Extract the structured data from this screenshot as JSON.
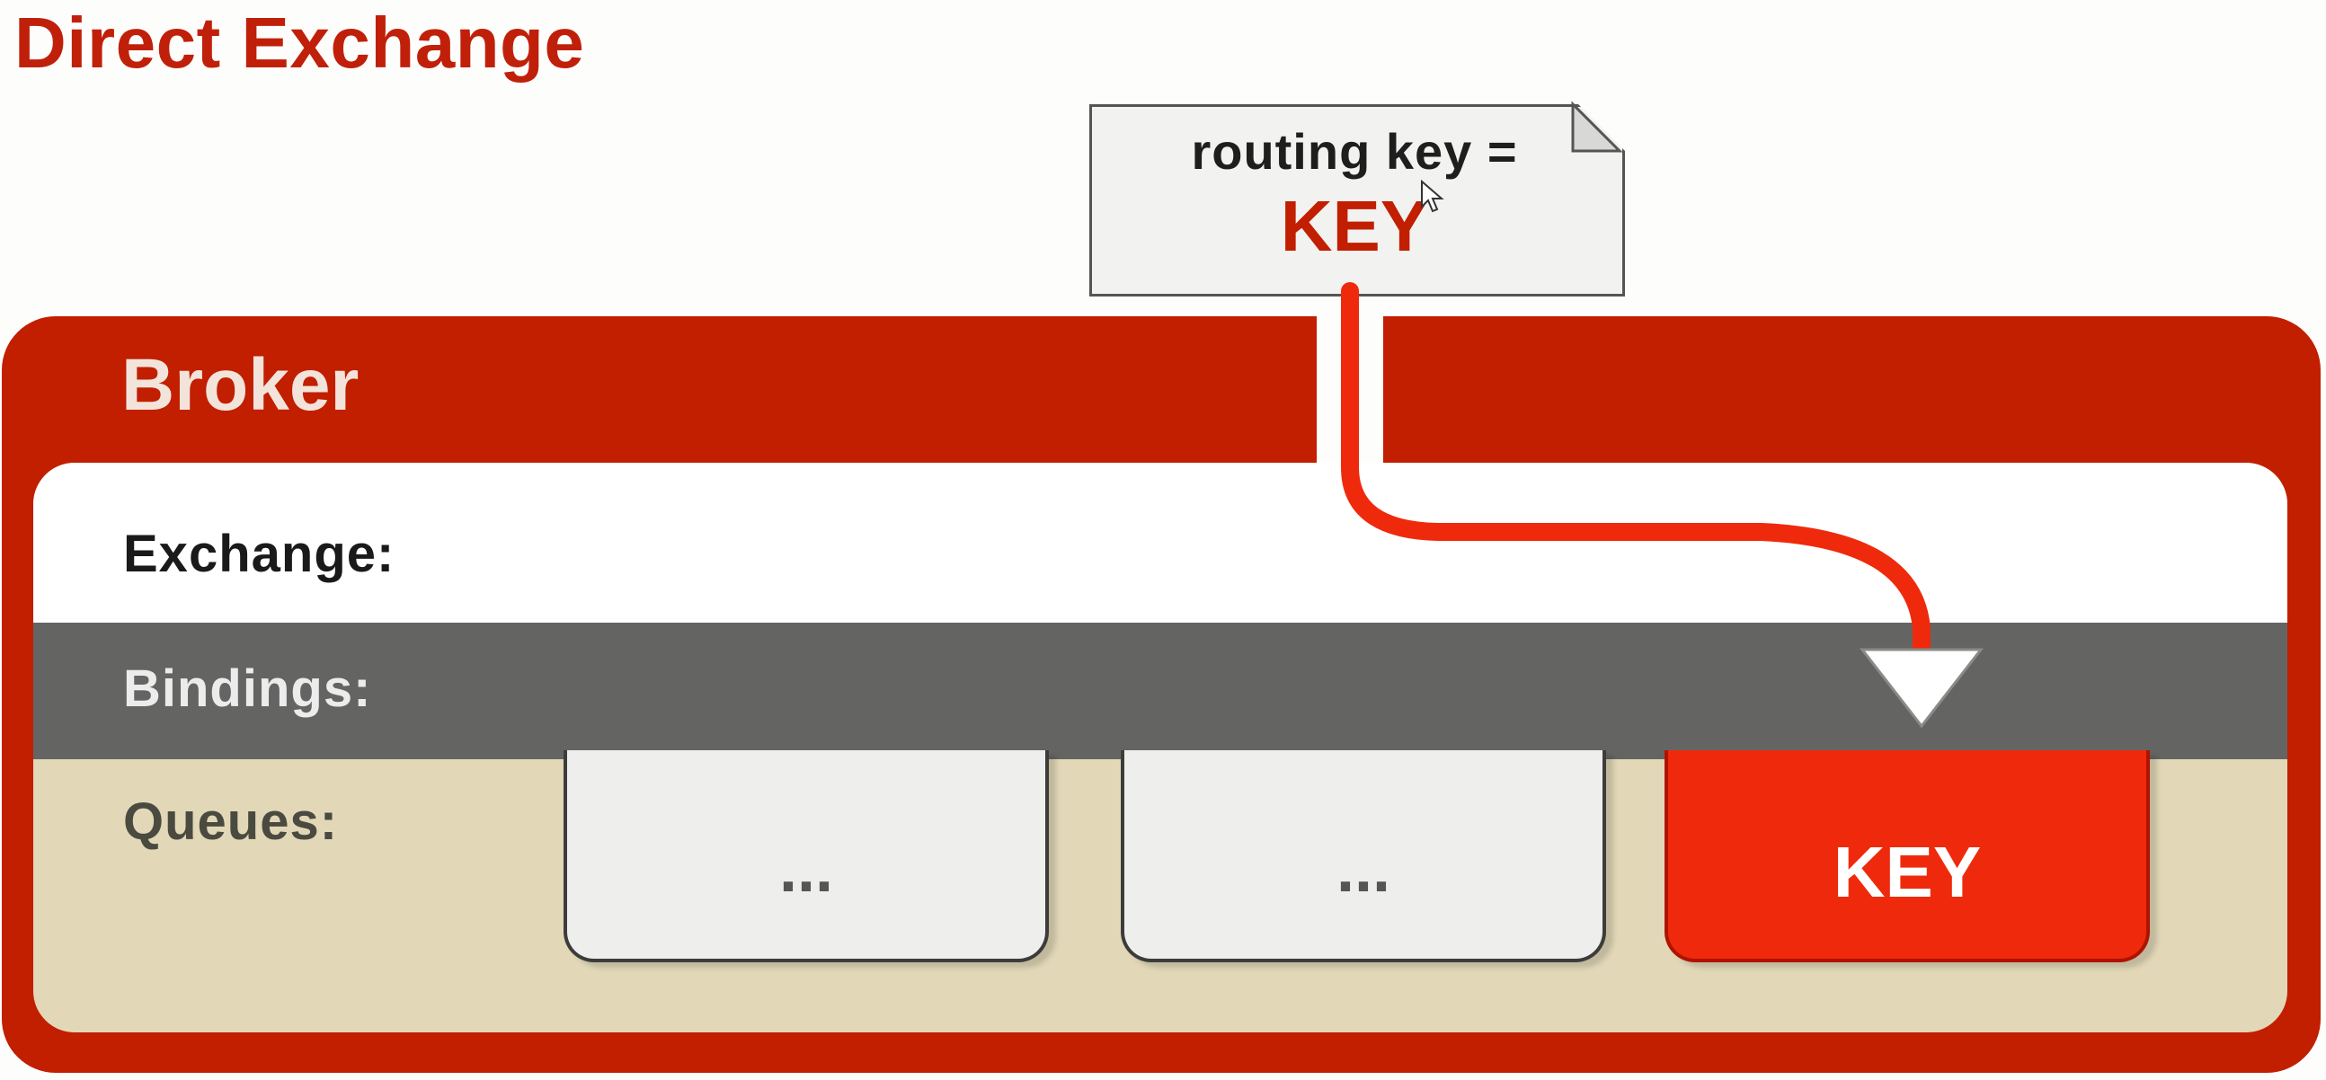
{
  "title": "Direct Exchange",
  "message": {
    "line1": "routing key =",
    "line2": "KEY"
  },
  "broker": {
    "label": "Broker",
    "rows": {
      "exchange": "Exchange:",
      "bindings": "Bindings:",
      "queues": "Queues:"
    },
    "queues": [
      "...",
      "...",
      "KEY"
    ]
  },
  "colors": {
    "brand_red": "#c21e00",
    "route_red": "#ef2a0c",
    "bindings_gray": "#646563",
    "queues_tan": "#e2d8b8"
  }
}
